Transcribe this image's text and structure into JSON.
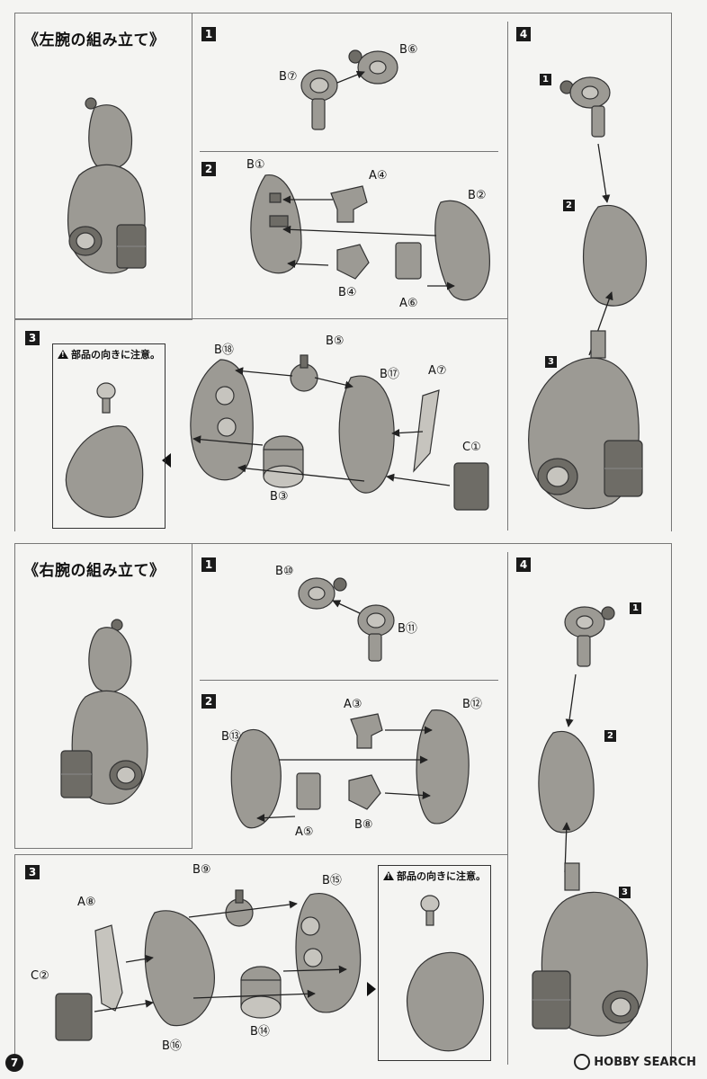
{
  "left_arm": {
    "title": "《左腕の組み立て》",
    "steps": [
      "1",
      "2",
      "3",
      "4"
    ],
    "step1": {
      "labels": [
        "B⑥",
        "B⑦"
      ]
    },
    "step2": {
      "labels": [
        "B①",
        "A④",
        "B②",
        "B④",
        "A⑥"
      ]
    },
    "step3": {
      "labels": [
        "B⑱",
        "B⑤",
        "B⑰",
        "A⑦",
        "C①",
        "B③"
      ],
      "warning": "部品の向きに注意。"
    },
    "step4": {
      "labels": [
        "1",
        "2",
        "3"
      ]
    }
  },
  "right_arm": {
    "title": "《右腕の組み立て》",
    "steps": [
      "1",
      "2",
      "3",
      "4"
    ],
    "step1": {
      "labels": [
        "B⑩",
        "B⑪"
      ]
    },
    "step2": {
      "labels": [
        "A③",
        "B⑫",
        "B⑬",
        "B⑧",
        "A⑤"
      ]
    },
    "step3": {
      "labels": [
        "B⑨",
        "B⑮",
        "A⑧",
        "C②",
        "B⑭",
        "B⑯"
      ],
      "warning": "部品の向きに注意。"
    },
    "step4": {
      "labels": [
        "1",
        "2",
        "3"
      ]
    }
  },
  "page_number": "7",
  "watermark": "HOBBY SEARCH",
  "colors": {
    "part": "#9c9a94",
    "ink": "#1a1a1a",
    "paper": "#f4f4f2"
  }
}
